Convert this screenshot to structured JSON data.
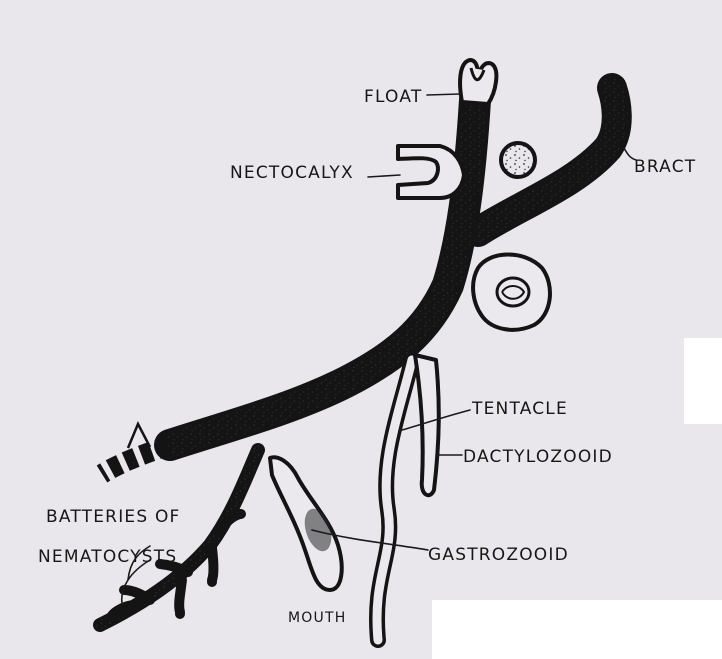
{
  "labels": {
    "float": "FLOAT",
    "nectocalyx": "NECTOCALYX",
    "bract": "BRACT",
    "tentacle": "TENTACLE",
    "dactylozooid": "DACTYLOZOOID",
    "batteries_line1": "BATTERIES OF",
    "batteries_line2": "NEMATOCYSTS",
    "gastrozooid": "GASTROZOOID",
    "mouth": "MOUTH"
  },
  "colors": {
    "ink": "#141414",
    "paper": "#e9e7ec",
    "stipple": "#2a2a2a"
  }
}
